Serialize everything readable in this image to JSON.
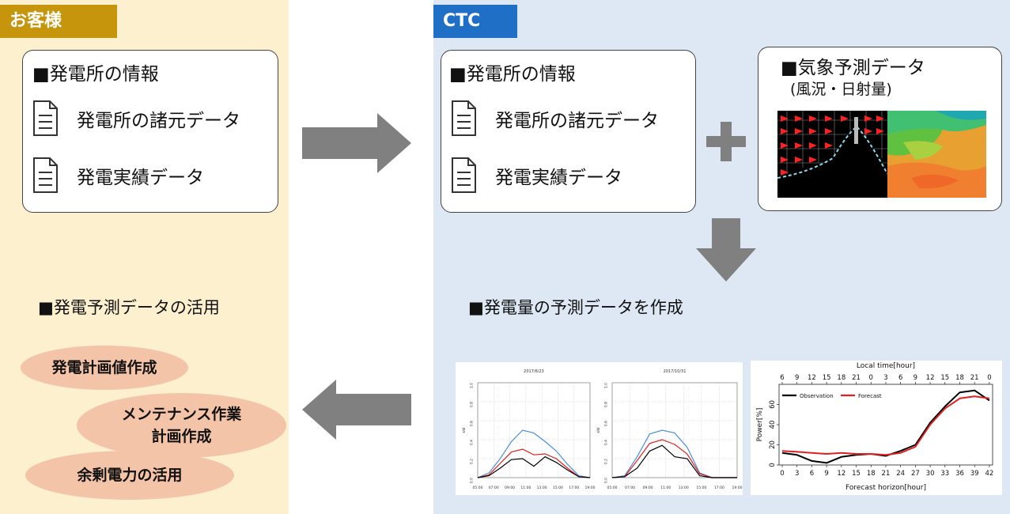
{
  "customer": {
    "tag": "お客様",
    "card": {
      "title": "■発電所の情報",
      "docs": [
        "発電所の諸元データ",
        "発電実績データ"
      ]
    },
    "usage_heading": "■発電予測データの活用",
    "usages": [
      "発電計画値作成",
      "メンテナンス作業",
      "計画作成",
      "余剰電力の活用"
    ]
  },
  "ctc": {
    "tag": "CTC",
    "card": {
      "title": "■発電所の情報",
      "docs": [
        "発電所の諸元データ",
        "発電実績データ"
      ]
    },
    "weather": {
      "title": "■気象予測データ",
      "subtitle": "(風況・日射量)"
    },
    "create_heading": "■発電量の予測データを作成"
  },
  "colors": {
    "customer_bg": "#fdf0cf",
    "customer_tag": "#c6950c",
    "ctc_bg": "#dde8f4",
    "ctc_tag": "#1f6fc7",
    "oval": "#f4c4a8",
    "arrow": "#808080",
    "observed": "#000000",
    "forecast_red": "#e02020",
    "forecast_blue": "#4a90d9"
  },
  "icons": [
    "document-icon",
    "plus-icon",
    "arrow-right-icon",
    "arrow-down-icon",
    "arrow-left-icon"
  ],
  "chart_data": [
    {
      "type": "line",
      "title": "2017/6/23",
      "ylabel": "kW",
      "x": [
        "05:00",
        "07:00",
        "09:00",
        "11:00",
        "13:00",
        "15:00",
        "17:00",
        "19:00"
      ],
      "yticks": [
        "0.0",
        "0.2",
        "0.4",
        "0.6",
        "0.8",
        "1.0"
      ],
      "ylim": [
        0,
        1.0
      ],
      "series": [
        {
          "color": "blue",
          "values": [
            0.0,
            0.05,
            0.2,
            0.38,
            0.5,
            0.47,
            0.38,
            0.28,
            0.14,
            0.02,
            0.0
          ]
        },
        {
          "color": "red",
          "values": [
            0.0,
            0.03,
            0.15,
            0.27,
            0.3,
            0.24,
            0.25,
            0.2,
            0.1,
            0.01,
            0.0
          ]
        },
        {
          "color": "black",
          "values": [
            0.0,
            0.02,
            0.1,
            0.19,
            0.2,
            0.12,
            0.22,
            0.16,
            0.08,
            0.01,
            0.0
          ]
        }
      ]
    },
    {
      "type": "line",
      "title": "2017/10/31",
      "ylabel": "kW",
      "x": [
        "05:00",
        "07:00",
        "09:00",
        "11:00",
        "13:00",
        "15:00",
        "17:00",
        "19:00"
      ],
      "yticks": [
        "0.0",
        "0.2",
        "0.4",
        "0.6",
        "0.8",
        "1.0"
      ],
      "ylim": [
        0,
        1.0
      ],
      "series": [
        {
          "color": "blue",
          "values": [
            0.0,
            0.02,
            0.22,
            0.46,
            0.5,
            0.47,
            0.32,
            0.05,
            0.0,
            0.0,
            0.0
          ]
        },
        {
          "color": "red",
          "values": [
            0.0,
            0.01,
            0.18,
            0.36,
            0.4,
            0.35,
            0.25,
            0.04,
            0.0,
            0.0,
            0.0
          ]
        },
        {
          "color": "black",
          "values": [
            0.0,
            0.01,
            0.1,
            0.28,
            0.34,
            0.22,
            0.2,
            0.02,
            0.0,
            0.0,
            0.0
          ]
        }
      ]
    },
    {
      "type": "line",
      "title": "Local time[hour]",
      "xlabel": "Forecast horizon[hour]",
      "ylabel": "Power[%]",
      "top_ticks": [
        "6",
        "9",
        "12",
        "15",
        "18",
        "21",
        "0",
        "3",
        "6",
        "9",
        "12",
        "15",
        "18",
        "21",
        "0"
      ],
      "x": [
        0,
        3,
        6,
        9,
        12,
        15,
        18,
        21,
        24,
        27,
        30,
        33,
        36,
        39,
        42
      ],
      "yticks": [
        "0",
        "20",
        "40",
        "60"
      ],
      "ylim": [
        0,
        80
      ],
      "legend": [
        "Observation",
        "Forecast"
      ],
      "series": [
        {
          "name": "Observation",
          "color": "black",
          "values": [
            12,
            10,
            4,
            2,
            8,
            10,
            11,
            9,
            14,
            20,
            42,
            58,
            72,
            74,
            64
          ]
        },
        {
          "name": "Forecast",
          "color": "red",
          "values": [
            14,
            13,
            12,
            11,
            12,
            11,
            11,
            10,
            12,
            18,
            40,
            56,
            66,
            68,
            66
          ]
        }
      ]
    }
  ]
}
